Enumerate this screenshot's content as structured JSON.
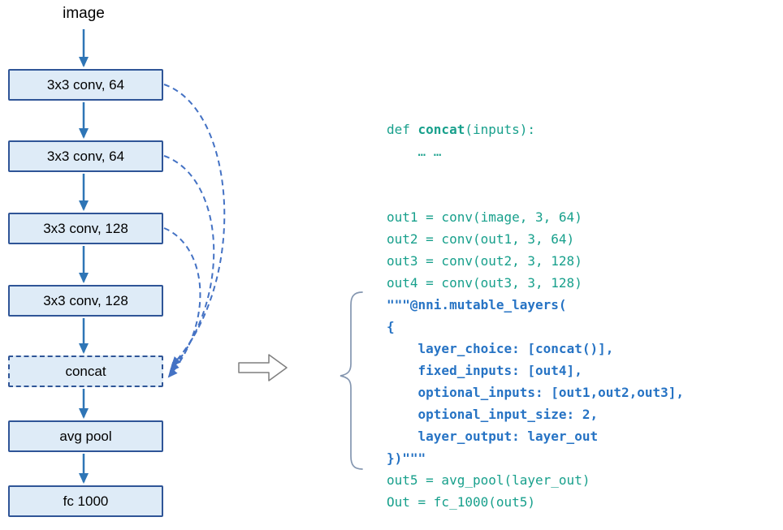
{
  "colors": {
    "boxFill": "#DEEBF7",
    "boxBorder": "#2F5597",
    "arrowBlue": "#2E75B6",
    "dashBlue": "#4472C4",
    "codeTeal": "#18A08C",
    "codeBlue": "#2673C4",
    "braceColor": "#8496B0",
    "grayStroke": "#7F7F7F"
  },
  "diagram": {
    "input_label": "image",
    "nodes": [
      {
        "id": "conv1",
        "label": "3x3 conv, 64"
      },
      {
        "id": "conv2",
        "label": "3x3 conv, 64"
      },
      {
        "id": "conv3",
        "label": "3x3 conv, 128"
      },
      {
        "id": "conv4",
        "label": "3x3 conv, 128"
      },
      {
        "id": "concat",
        "label": "concat",
        "style": "dashed"
      },
      {
        "id": "avgpool",
        "label": "avg pool"
      },
      {
        "id": "fc1000",
        "label": "fc 1000"
      }
    ]
  },
  "code": {
    "lines": [
      {
        "color": "teal",
        "segments": [
          {
            "text": "def "
          },
          {
            "text": "concat",
            "bold": true
          },
          {
            "text": "(inputs):"
          }
        ]
      },
      {
        "color": "teal",
        "segments": [
          {
            "text": "    … …"
          }
        ]
      },
      {
        "color": "teal",
        "segments": []
      },
      {
        "color": "teal",
        "segments": []
      },
      {
        "color": "teal",
        "segments": [
          {
            "text": "out1 = conv(image, 3, 64)"
          }
        ]
      },
      {
        "color": "teal",
        "segments": [
          {
            "text": "out2 = conv(out1, 3, 64)"
          }
        ]
      },
      {
        "color": "teal",
        "segments": [
          {
            "text": "out3 = conv(out2, 3, 128)"
          }
        ]
      },
      {
        "color": "teal",
        "segments": [
          {
            "text": "out4 = conv(out3, 3, 128)"
          }
        ]
      },
      {
        "color": "blue",
        "bold": true,
        "segments": [
          {
            "text": "\"\"\"@nni.mutable_layers("
          }
        ]
      },
      {
        "color": "blue",
        "bold": true,
        "segments": [
          {
            "text": "{"
          }
        ]
      },
      {
        "color": "blue",
        "bold": true,
        "segments": [
          {
            "text": "    layer_choice: ["
          },
          {
            "text": "concat",
            "bold": true
          },
          {
            "text": "()],"
          }
        ]
      },
      {
        "color": "blue",
        "bold": true,
        "segments": [
          {
            "text": "    fixed_inputs: [out4],"
          }
        ]
      },
      {
        "color": "blue",
        "bold": true,
        "segments": [
          {
            "text": "    optional_inputs: [out1,out2,out3],"
          }
        ]
      },
      {
        "color": "blue",
        "bold": true,
        "segments": [
          {
            "text": "    optional_input_size: 2,"
          }
        ]
      },
      {
        "color": "blue",
        "bold": true,
        "segments": [
          {
            "text": "    layer_output: layer_out"
          }
        ]
      },
      {
        "color": "blue",
        "bold": true,
        "segments": [
          {
            "text": "})\"\"\""
          }
        ]
      },
      {
        "color": "teal",
        "segments": [
          {
            "text": "out5 = avg_pool(layer_out)"
          }
        ]
      },
      {
        "color": "teal",
        "segments": [
          {
            "text": "Out = fc_1000(out5)"
          }
        ]
      }
    ]
  }
}
